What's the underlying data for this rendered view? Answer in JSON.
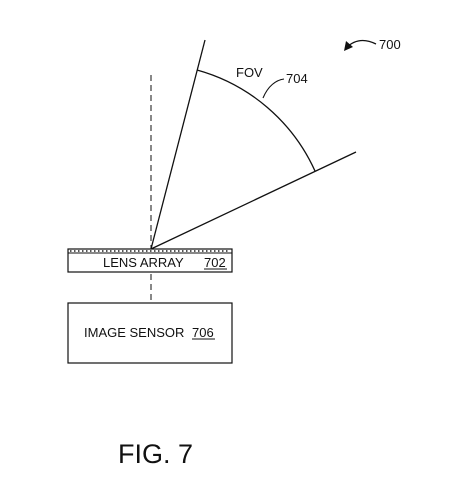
{
  "figure": {
    "ref_number": "700",
    "caption": "FIG. 7",
    "colors": {
      "line": "#111111",
      "background": "#ffffff"
    }
  },
  "fov": {
    "label": "FOV",
    "ref_number": "704"
  },
  "lens_array": {
    "label": "LENS ARRAY",
    "ref_number": "702"
  },
  "image_sensor": {
    "label": "IMAGE SENSOR",
    "ref_number": "706"
  }
}
